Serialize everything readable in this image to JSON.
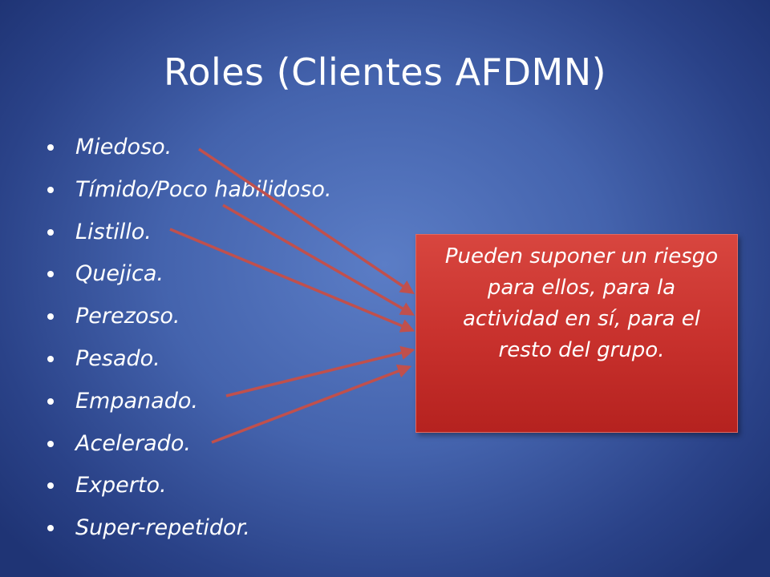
{
  "slide": {
    "title": "Roles (Clientes AFDMN)",
    "bullets": [
      "Miedoso.",
      "Tímido/Poco habilidoso.",
      "Listillo.",
      "Quejica.",
      "Perezoso.",
      "Pesado.",
      "Empanado.",
      "Acelerado.",
      "Experto.",
      "Super-repetidor."
    ],
    "callout_text": "Pueden suponer un riesgo para ellos, para la actividad en sí, para el resto del grupo.",
    "colors": {
      "background": "#4463ad",
      "callout_fill": "#c7302c",
      "arrow": "#c0504d",
      "text": "#ffffff"
    }
  }
}
